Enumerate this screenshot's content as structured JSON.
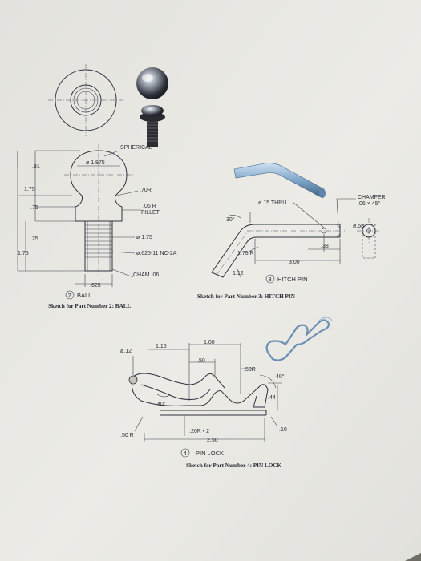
{
  "part2": {
    "caption": "Sketch for Part Number 2: BALL",
    "label_number": "2",
    "label_text": "BALL",
    "dims": {
      "spherical": "SPHERICAL",
      "ball_dia": "ø 1.875",
      "r70": ".70R",
      "fillet_r": ".06 R",
      "fillet": "FILLET",
      "dia175": "ø 1.75",
      "thread": "ø.625-11 NC-2A",
      "cham": "CHAM .06",
      "w625": ".625",
      "v81": ".81",
      "v175a": "1.75",
      "v75": ".75",
      "v25": ".25",
      "v175b": "1.75"
    }
  },
  "part3": {
    "caption": "Sketch for Part Number 3: HITCH PIN",
    "label_number": "3",
    "label_text": "HITCH PIN",
    "dims": {
      "thru": "ø.15 THRU",
      "chamfer": "CHAMFER",
      "chamfer_val": ".06 × 45°",
      "angle": "30°",
      "dia58": "ø.58",
      "r175": "1.75 R",
      "v38": ".38",
      "v300": "3.00",
      "v12": "1.12"
    }
  },
  "part4": {
    "caption": "Sketch for Part Number 4: PIN LOCK",
    "label_number": "4",
    "label_text": "PIN LOCK",
    "dims": {
      "dia12": "ø.12",
      "v116": "1.16",
      "v100": "1.00",
      "v50": ".50",
      "r50a": ".50R",
      "a40a": "40°",
      "a40b": "40°",
      "v44": ".44",
      "r50b": ".50 R",
      "r20": ".20R • 2",
      "v250": "2.50",
      "v10": ".10"
    }
  },
  "colors": {
    "paper": "#e9e8e3",
    "ink": "#2f3140",
    "photo_blue": "#7fa6c9",
    "background": "#6f6c66"
  }
}
